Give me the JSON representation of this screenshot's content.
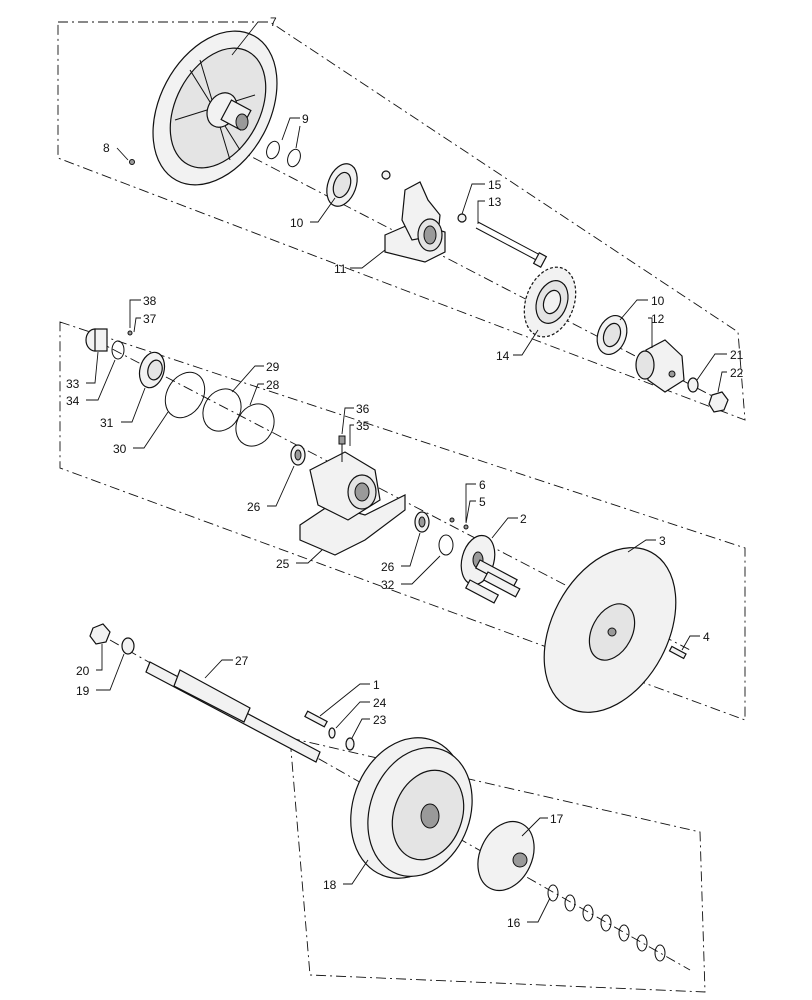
{
  "labels": {
    "p1": "1",
    "p2": "2",
    "p3": "3",
    "p4": "4",
    "p5": "5",
    "p6": "6",
    "p7": "7",
    "p8": "8",
    "p9": "9",
    "p10a": "10",
    "p10b": "10",
    "p11": "11",
    "p12": "12",
    "p13": "13",
    "p14": "14",
    "p15": "15",
    "p16": "16",
    "p17": "17",
    "p18": "18",
    "p19": "19",
    "p20": "20",
    "p21": "21",
    "p22": "22",
    "p23": "23",
    "p24": "24",
    "p25": "25",
    "p26a": "26",
    "p26b": "26",
    "p27": "27",
    "p28": "28",
    "p29": "29",
    "p30": "30",
    "p31": "31",
    "p32": "32",
    "p33": "33",
    "p34": "34",
    "p35": "35",
    "p36": "36",
    "p37": "37",
    "p38": "38"
  }
}
